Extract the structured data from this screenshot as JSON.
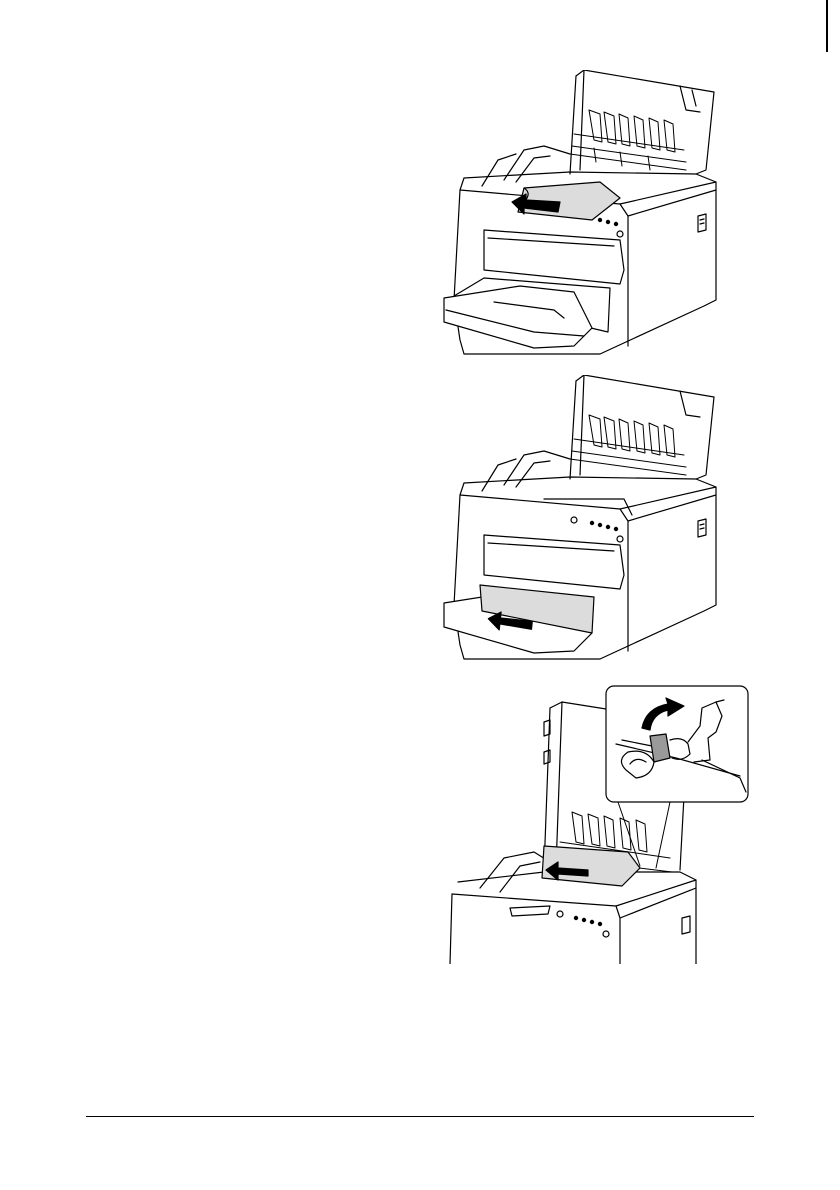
{
  "page": {
    "figures": [
      {
        "name": "remove-paper-top-illustration",
        "arrow": "arrow-left"
      },
      {
        "name": "remove-paper-front-tray-illustration",
        "arrow": "arrow-left"
      },
      {
        "name": "release-lever-remove-paper-illustration",
        "arrow": "arrow-left",
        "inset": "lever-detail-curved-arrow"
      }
    ]
  },
  "colors": {
    "line": "#000000",
    "paper": "#dcdcdc",
    "lever": "#9a9a9a",
    "background": "#ffffff"
  }
}
